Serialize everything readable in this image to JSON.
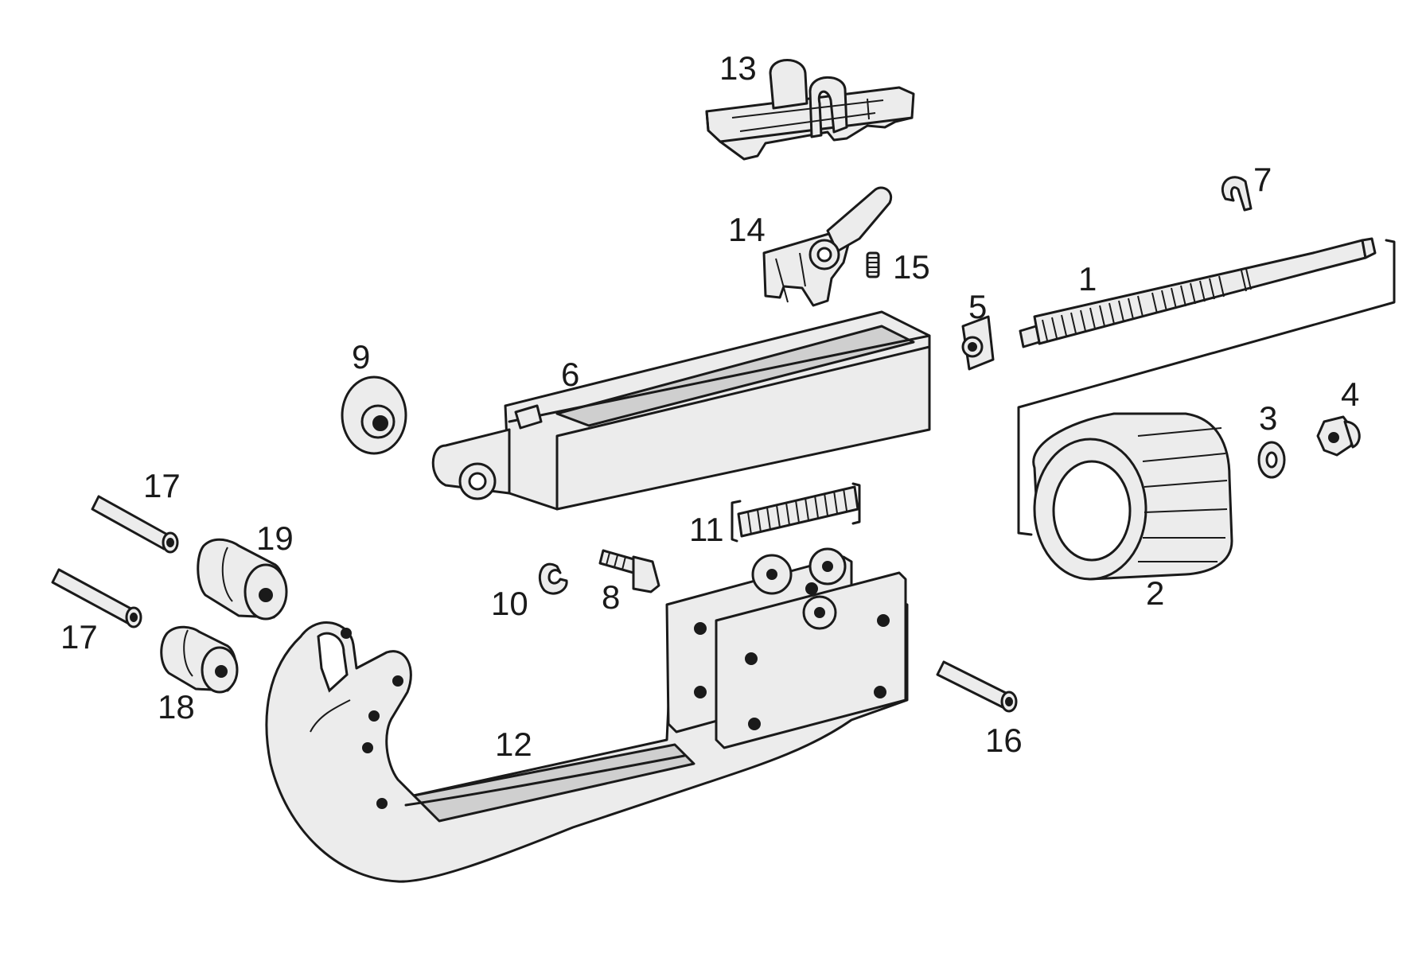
{
  "parts": [
    {
      "id": "p1",
      "label": "1"
    },
    {
      "id": "p2",
      "label": "2"
    },
    {
      "id": "p3",
      "label": "3"
    },
    {
      "id": "p4",
      "label": "4"
    },
    {
      "id": "p5",
      "label": "5"
    },
    {
      "id": "p6",
      "label": "6"
    },
    {
      "id": "p7",
      "label": "7"
    },
    {
      "id": "p8",
      "label": "8"
    },
    {
      "id": "p9",
      "label": "9"
    },
    {
      "id": "p10",
      "label": "10"
    },
    {
      "id": "p11",
      "label": "11"
    },
    {
      "id": "p12",
      "label": "12"
    },
    {
      "id": "p13",
      "label": "13"
    },
    {
      "id": "p14",
      "label": "14"
    },
    {
      "id": "p15",
      "label": "15"
    },
    {
      "id": "p16",
      "label": "16"
    },
    {
      "id": "p17a",
      "label": "17"
    },
    {
      "id": "p17b",
      "label": "17"
    },
    {
      "id": "p18",
      "label": "18"
    },
    {
      "id": "p19",
      "label": "19"
    }
  ]
}
